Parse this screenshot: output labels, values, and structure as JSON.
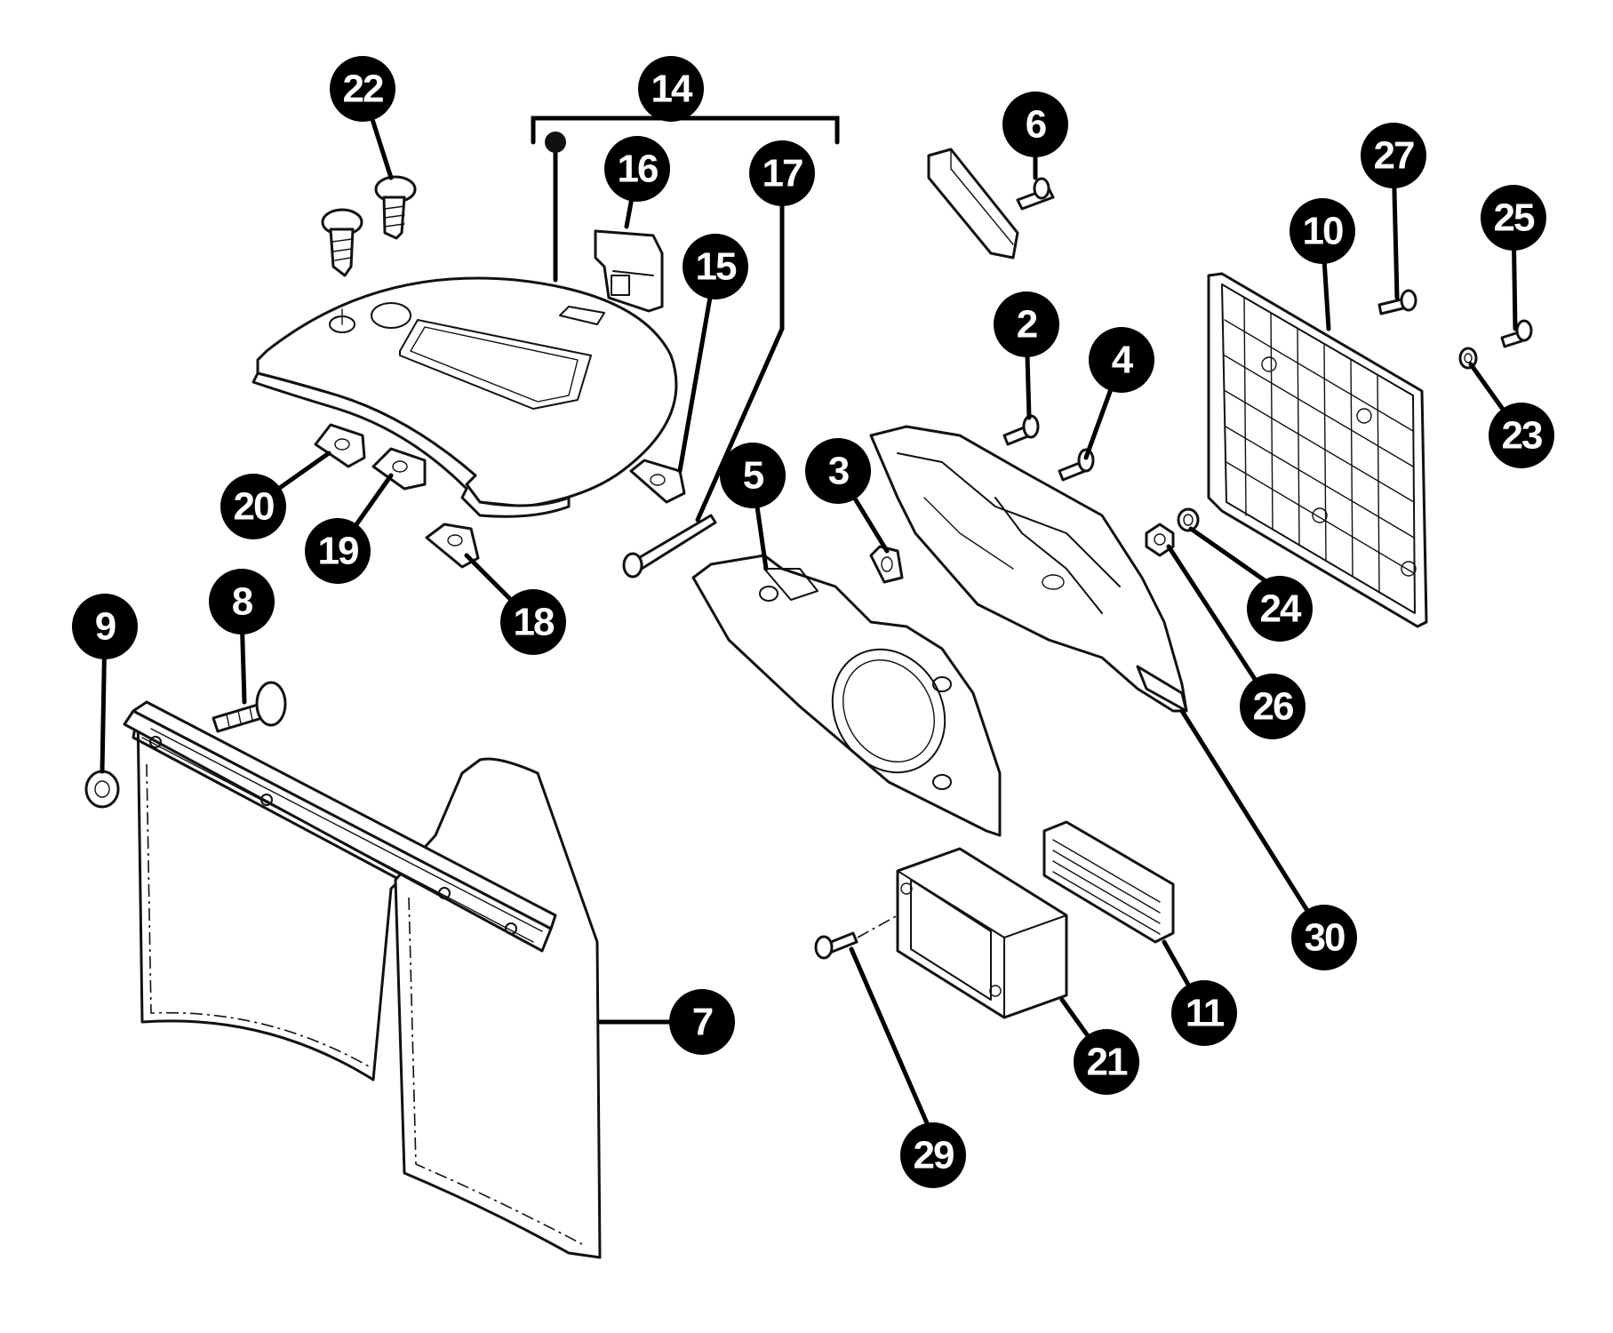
{
  "callouts": [
    {
      "id": "c14",
      "label": "14"
    },
    {
      "id": "c22",
      "label": "22"
    },
    {
      "id": "c16",
      "label": "16"
    },
    {
      "id": "c17",
      "label": "17"
    },
    {
      "id": "c15",
      "label": "15"
    },
    {
      "id": "c6",
      "label": "6"
    },
    {
      "id": "c27",
      "label": "27"
    },
    {
      "id": "c25",
      "label": "25"
    },
    {
      "id": "c10",
      "label": "10"
    },
    {
      "id": "c2",
      "label": "2"
    },
    {
      "id": "c4",
      "label": "4"
    },
    {
      "id": "c23",
      "label": "23"
    },
    {
      "id": "c3",
      "label": "3"
    },
    {
      "id": "c5",
      "label": "5"
    },
    {
      "id": "c20",
      "label": "20"
    },
    {
      "id": "c19",
      "label": "19"
    },
    {
      "id": "c18",
      "label": "18"
    },
    {
      "id": "c8",
      "label": "8"
    },
    {
      "id": "c9",
      "label": "9"
    },
    {
      "id": "c24",
      "label": "24"
    },
    {
      "id": "c26",
      "label": "26"
    },
    {
      "id": "c30",
      "label": "30"
    },
    {
      "id": "c7",
      "label": "7"
    },
    {
      "id": "c21",
      "label": "21"
    },
    {
      "id": "c11",
      "label": "11"
    },
    {
      "id": "c29",
      "label": "29"
    }
  ]
}
